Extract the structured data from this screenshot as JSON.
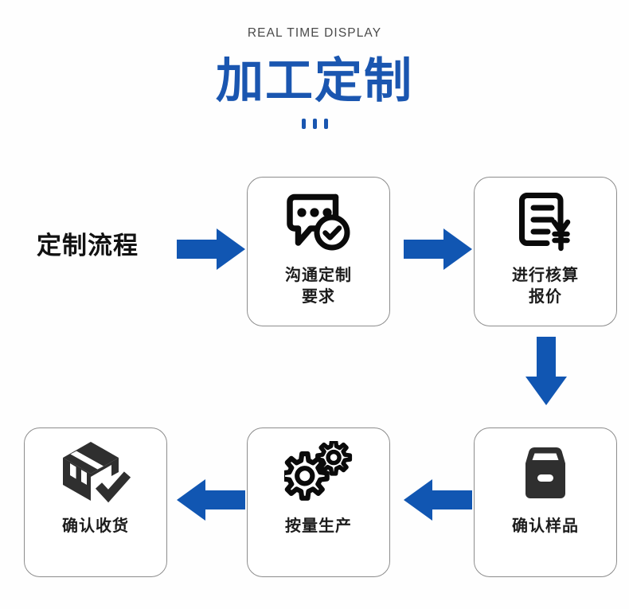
{
  "page": {
    "background_color": "#fefefe",
    "accent_color": "#1a56b0",
    "icon_color": "#111111",
    "card_border_color": "#8d8d8d"
  },
  "header": {
    "eyebrow": "REAL TIME DISPLAY",
    "title": "加工定制",
    "dots_count": 3
  },
  "flow": {
    "caption": "定制流程",
    "steps": [
      {
        "id": "step-1",
        "label": "沟通定制\n要求",
        "icon": "speech-bubble-check-icon"
      },
      {
        "id": "step-2",
        "label": "进行核算\n报价",
        "icon": "invoice-yuan-icon"
      },
      {
        "id": "step-3",
        "label": "确认样品",
        "icon": "sample-box-icon"
      },
      {
        "id": "step-4",
        "label": "按量生产",
        "icon": "gears-icon"
      },
      {
        "id": "step-5",
        "label": "确认收货",
        "icon": "package-check-icon"
      }
    ],
    "arrows": [
      {
        "id": "arrow-caption-to-step1",
        "direction": "right"
      },
      {
        "id": "arrow-step1-to-step2",
        "direction": "right"
      },
      {
        "id": "arrow-step2-to-step3",
        "direction": "down"
      },
      {
        "id": "arrow-step3-to-step4",
        "direction": "left"
      },
      {
        "id": "arrow-step4-to-step5",
        "direction": "left"
      }
    ]
  }
}
